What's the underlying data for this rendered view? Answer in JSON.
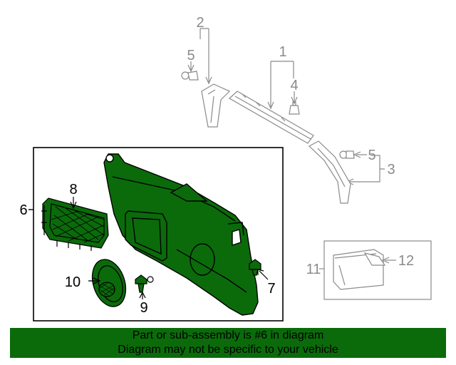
{
  "callouts": {
    "c1": "1",
    "c2": "2",
    "c3": "3",
    "c4": "4",
    "c5a": "5",
    "c5b": "5",
    "c6": "6",
    "c7": "7",
    "c8": "8",
    "c9": "9",
    "c10": "10",
    "c11": "11",
    "c12": "12"
  },
  "footer": {
    "line1": "Part or sub-assembly is #6 in diagram",
    "line2": "Diagram may not be specific to your vehicle"
  },
  "colors": {
    "panel_green": "#0b6b0b",
    "footer_green": "#0b6b0b",
    "faded_line": "#8a8a8a"
  }
}
